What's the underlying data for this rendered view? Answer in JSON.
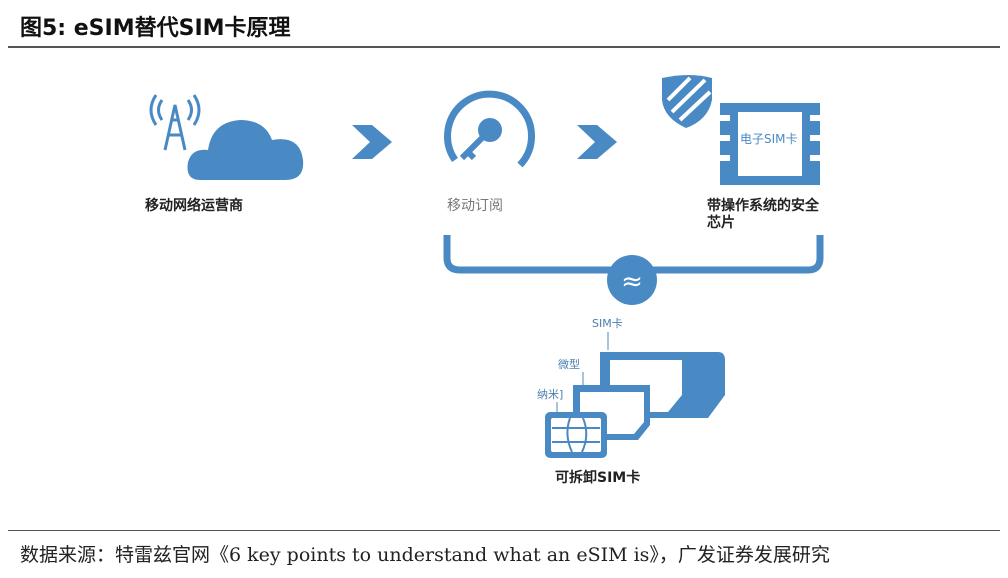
{
  "title": "图5:  eSIM替代SIM卡原理",
  "labels": {
    "operator": "移动网络运营商",
    "subscription": "移动订阅",
    "chip_line1": "带操作系统的安全",
    "chip_line2": "芯片",
    "chip_inner": "电子SIM卡",
    "sim": "SIM卡",
    "micro": "微型",
    "nano": "纳米]",
    "removable": "可拆卸SIM卡",
    "approx": "≈"
  },
  "source": "数据来源：特雷兹官网《6 key points to understand what an eSIM is》，广发证券发展研究",
  "colors": {
    "blue": "#4a8ac4"
  }
}
